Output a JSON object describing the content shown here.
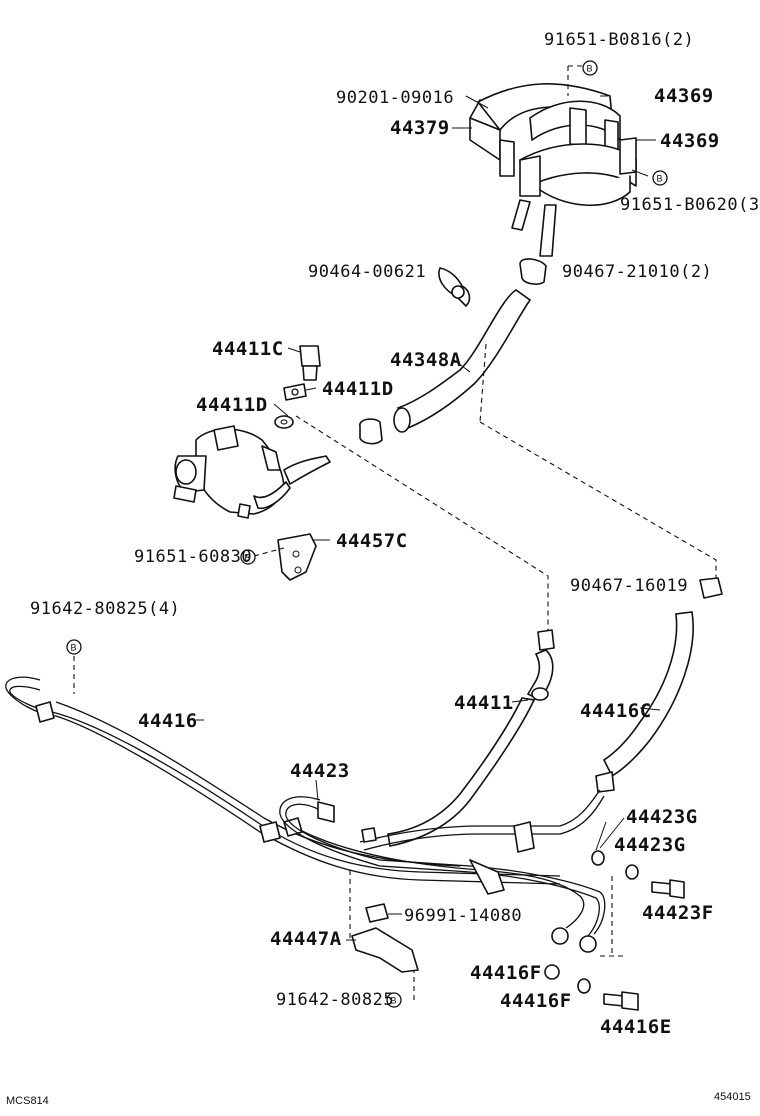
{
  "diagram": {
    "labels": [
      {
        "id": "91651-B0816",
        "text": "91651-B0816(2)"
      },
      {
        "id": "90201-09016",
        "text": "90201-09016"
      },
      {
        "id": "44369-a",
        "text": "44369"
      },
      {
        "id": "44379",
        "text": "44379"
      },
      {
        "id": "44369-b",
        "text": "44369"
      },
      {
        "id": "91651-B0620",
        "text": "91651-B0620(3"
      },
      {
        "id": "90464-00621",
        "text": "90464-00621"
      },
      {
        "id": "90467-21010",
        "text": "90467-21010(2)"
      },
      {
        "id": "44411C",
        "text": "44411C"
      },
      {
        "id": "44348A",
        "text": "44348A"
      },
      {
        "id": "44411D-a",
        "text": "44411D"
      },
      {
        "id": "44411D-b",
        "text": "44411D"
      },
      {
        "id": "44457C",
        "text": "44457C"
      },
      {
        "id": "91651-60830",
        "text": "91651-60830"
      },
      {
        "id": "90467-16019",
        "text": "90467-16019"
      },
      {
        "id": "91642-80825-4",
        "text": "91642-80825(4)"
      },
      {
        "id": "44411",
        "text": "44411"
      },
      {
        "id": "44416C",
        "text": "44416C"
      },
      {
        "id": "44416",
        "text": "44416"
      },
      {
        "id": "44423",
        "text": "44423"
      },
      {
        "id": "44423G-a",
        "text": "44423G"
      },
      {
        "id": "44423G-b",
        "text": "44423G"
      },
      {
        "id": "44423F",
        "text": "44423F"
      },
      {
        "id": "96991-14080",
        "text": "96991-14080"
      },
      {
        "id": "44447A",
        "text": "44447A"
      },
      {
        "id": "44416F-a",
        "text": "44416F"
      },
      {
        "id": "44416F-b",
        "text": "44416F"
      },
      {
        "id": "44416E",
        "text": "44416E"
      },
      {
        "id": "91642-80825",
        "text": "91642-80825"
      }
    ],
    "marker": "B",
    "footer_left": "MCS814",
    "footer_right": "454015"
  }
}
